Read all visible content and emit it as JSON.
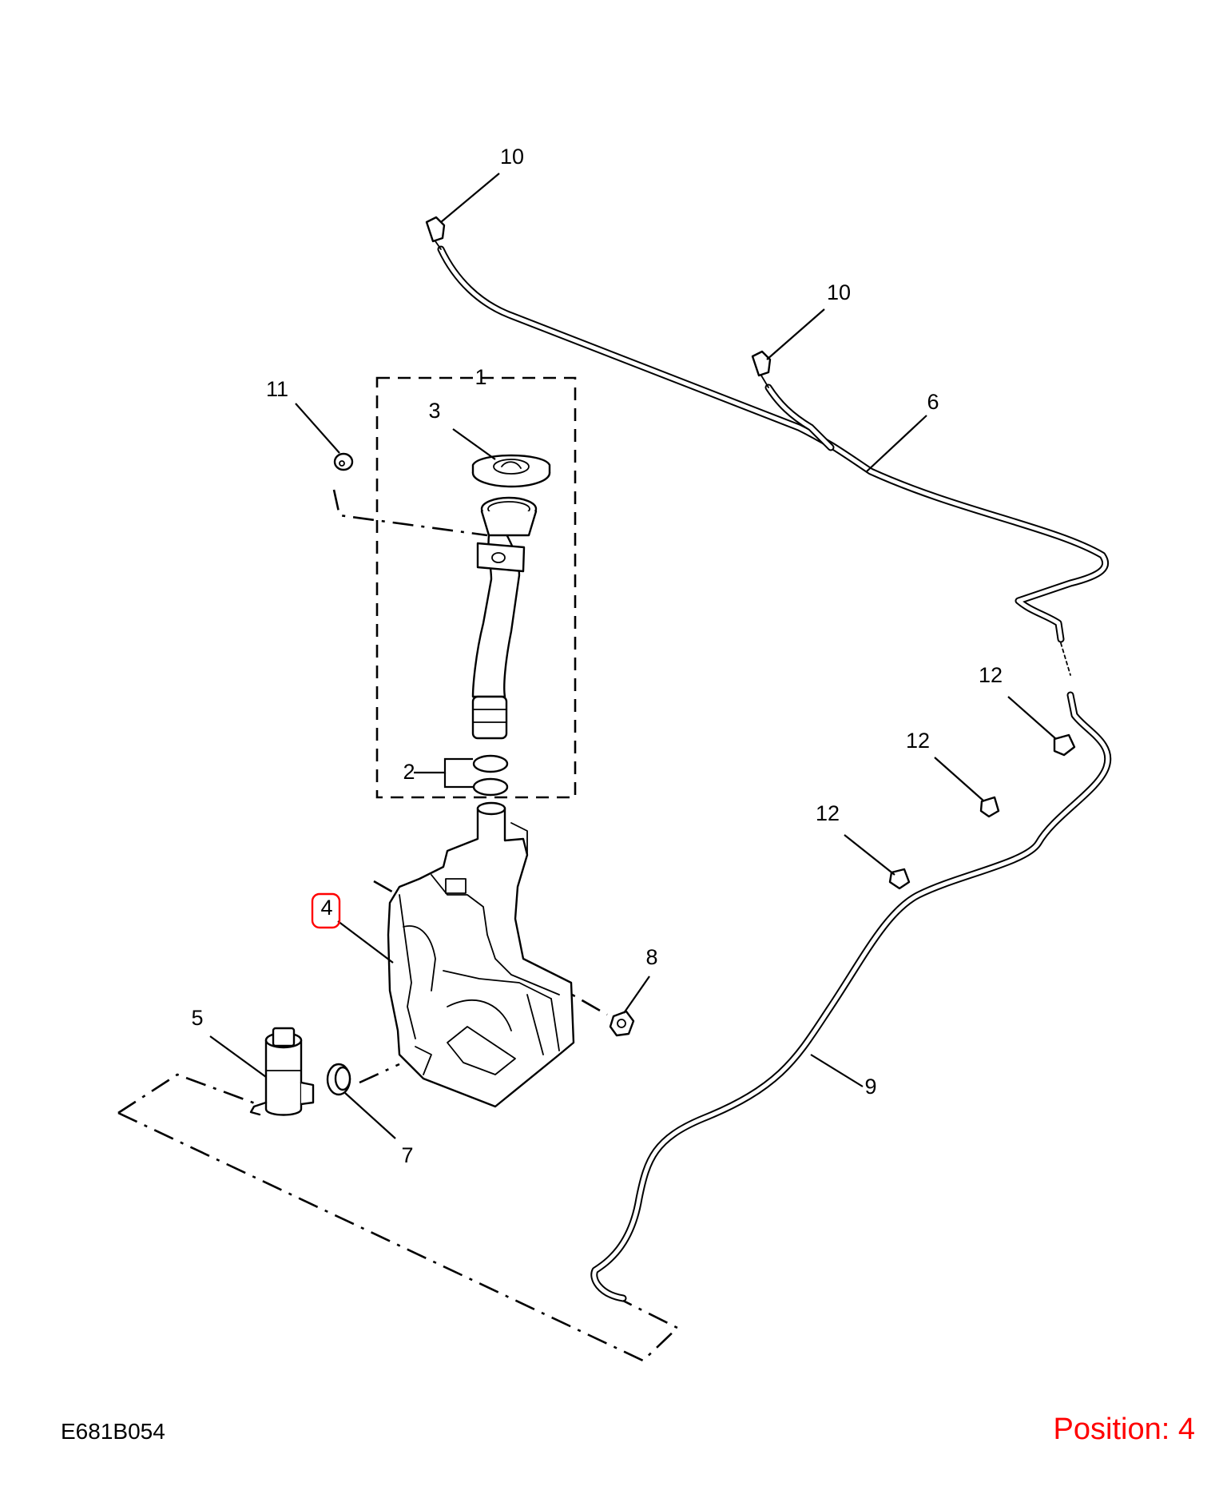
{
  "diagram": {
    "id": "E681B054",
    "position_label": "Position: 4",
    "highlight_color": "#ff0000",
    "callouts": {
      "c1": "1",
      "c2": "2",
      "c3": "3",
      "c4": "4",
      "c5": "5",
      "c6": "6",
      "c7": "7",
      "c8": "8",
      "c9": "9",
      "c10a": "10",
      "c10b": "10",
      "c11": "11",
      "c12a": "12",
      "c12b": "12",
      "c12c": "12"
    },
    "highlighted_callout": "4"
  }
}
